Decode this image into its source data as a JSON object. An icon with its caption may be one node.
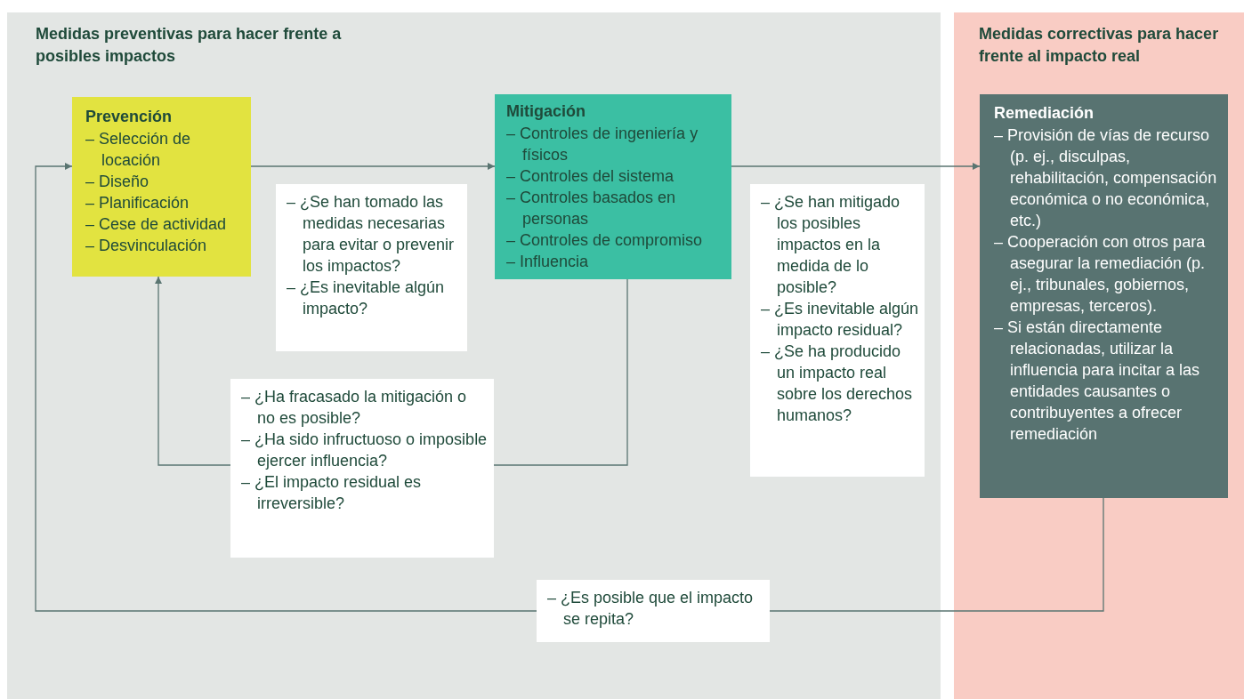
{
  "diagram": {
    "nodes": [
      {
        "text": [
          "Medidas preventivas para hacer frente a posibles impactos"
        ]
      },
      {
        "text": [
          "Prevención",
          "– Selección de locación",
          "– Diseño",
          "– Planificación",
          "– Cese de actividad",
          "– Desvinculación"
        ],
        "in": 0
      },
      {
        "text": [
          "– ¿Se han tomado las medidas necesarias para evitar o prevenir los impactos?",
          "– ¿Es inevitable algún impacto?"
        ],
        "in": 0
      },
      {
        "text": [
          "Mitigación",
          "– Controles de ingeniería y físicos",
          "– Controles del sistema",
          "– Controles basados en personas",
          "– Controles de compromiso",
          "– Influencia"
        ],
        "in": 0
      },
      {
        "text": [
          "– ¿Se han mitigado los posibles impactos en la medida de lo posible?",
          "– ¿Es inevitable algún impacto residual?",
          "– ¿Se ha producido un impacto real sobre los derechos humanos?"
        ],
        "in": 0
      },
      {
        "text": [
          "– ¿Ha fracasado la mitigación o no es posible?",
          "– ¿Ha sido infructuoso o imposible ejercer influencia?",
          "– ¿El impacto residual es irreversible?"
        ],
        "in": 0
      },
      {
        "text": [
          "– ¿Es posible que el impacto se repita?"
        ],
        "in": 0
      },
      {
        "text": [
          "Medidas correctivas para hacer frente al impacto real"
        ]
      },
      {
        "text": [
          "Remediación",
          "– Provisión de vías de recurso (p. ej., disculpas, rehabilitación, compensación económica o no económica, etc.)",
          "– Cooperación con otros para asegurar la remediación (p. ej., tribunales, gobiernos, empresas, terceros).",
          "– Si están directamente relacionadas, utilizar la influencia para incitar a las entidades causantes o contribuyentes a ofrecer remediación"
        ],
        "in": 7
      }
    ],
    "edges": [
      {
        "from": 1,
        "to": 3,
        "arrow": "to"
      },
      {
        "from": 3,
        "to": 8,
        "arrow": "to"
      },
      {
        "from": 3,
        "to": 5,
        "arrow": "none"
      },
      {
        "from": 5,
        "to": 1,
        "arrow": "to"
      },
      {
        "from": 8,
        "to": 6,
        "arrow": "none"
      },
      {
        "from": 6,
        "to": 1,
        "arrow": "to"
      }
    ]
  }
}
